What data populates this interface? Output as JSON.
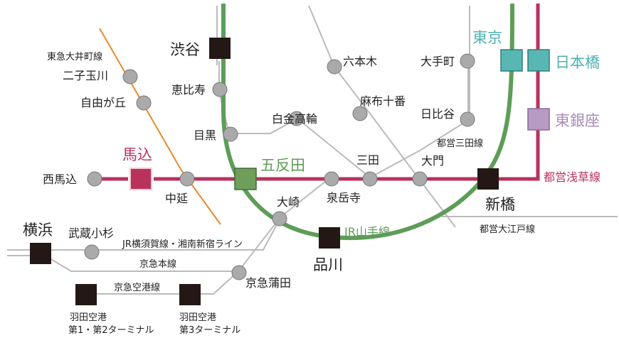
{
  "colors": {
    "asakusa": "#b8325c",
    "yamanote": "#5e9d58",
    "gray_line": "#bbbbbb",
    "oimachi": "#e98a2e",
    "station_fill": "#aaaaaa",
    "hub_fill": "#231815",
    "magome_fill": "#b8325c",
    "gotanda_fill": "#6f9e5b",
    "tokyo_fill": "#58b7b3",
    "higashiginza_fill": "#b89ac4"
  },
  "lines": {
    "toei_asakusa": "都営浅草線",
    "jr_yamanote": "JR山手線",
    "tokyu_oimachi": "東急大井町線",
    "toei_mita": "都営三田線",
    "toei_oedo": "都営大江戸線",
    "jr_yokosuka_shonan": "JR横須賀線・湘南新宿ライン",
    "keikyu_main": "京急本線",
    "keikyu_airport": "京急空港線"
  },
  "stations": {
    "magome": "馬込",
    "nishimagome": "西馬込",
    "nakanobu": "中延",
    "gotanda": "五反田",
    "osaki": "大崎",
    "sengakuji": "泉岳寺",
    "mita": "三田",
    "daimon": "大門",
    "shinbashi": "新橋",
    "shinagawa": "品川",
    "shibuya": "渋谷",
    "ebisu": "恵比寿",
    "meguro": "目黒",
    "shirokanetakanawa": "白金高輪",
    "roppongi": "六本木",
    "azabujuban": "麻布十番",
    "otemachi": "大手町",
    "hibiya": "日比谷",
    "tokyo": "東京",
    "nihonbashi": "日本橋",
    "higashiginza": "東銀座",
    "futakotamagawa": "二子玉川",
    "jiyugaoka": "自由が丘",
    "musashikosugi": "武蔵小杉",
    "yokohama": "横浜",
    "keikyukamata": "京急蒲田",
    "haneda_t12_line1": "羽田空港",
    "haneda_t12_line2": "第1・第2ターミナル",
    "haneda_t3_line1": "羽田空港",
    "haneda_t3_line2": "第3ターミナル"
  }
}
